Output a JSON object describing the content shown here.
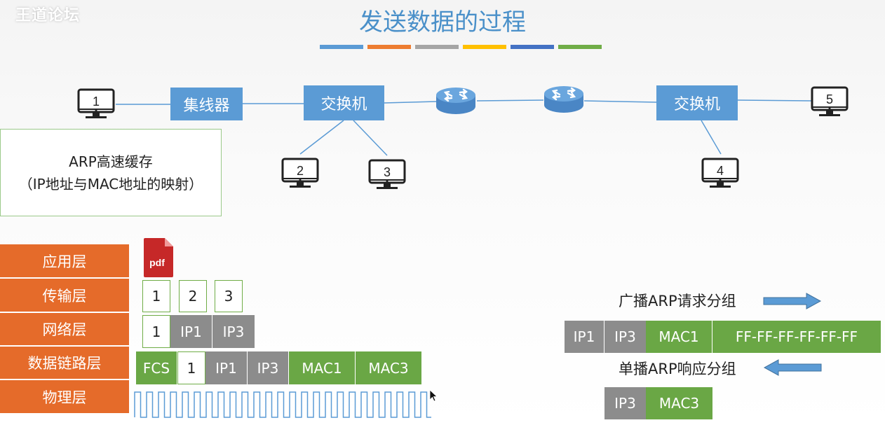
{
  "watermark": "王道论坛",
  "title": "发送数据的过程",
  "title_bar_colors": [
    "#5b9bd5",
    "#ed7d31",
    "#a5a5a5",
    "#ffc000",
    "#4472c4",
    "#70ad47"
  ],
  "network": {
    "hub": "集线器",
    "switch_left": "交换机",
    "switch_right": "交换机",
    "hosts": [
      "1",
      "2",
      "3",
      "4",
      "5"
    ]
  },
  "arp_cache": {
    "line1": "ARP高速缓存",
    "line2": "（IP地址与MAC地址的映射）"
  },
  "layers": [
    "应用层",
    "传输层",
    "网络层",
    "数据链路层",
    "物理层"
  ],
  "pdf_label": "pdf",
  "transport_segments": [
    "1",
    "2",
    "3"
  ],
  "network_packet": [
    "1",
    "IP1",
    "IP3"
  ],
  "data_link_frame": [
    "FCS",
    "1",
    "IP1",
    "IP3",
    "MAC1",
    "MAC3"
  ],
  "arp_request": {
    "label": "广播ARP请求分组",
    "fields": [
      "IP1",
      "IP3",
      "MAC1",
      "FF-FF-FF-FF-FF-FF"
    ]
  },
  "arp_reply": {
    "label": "单播ARP响应分组",
    "fields": [
      "IP3",
      "MAC3"
    ]
  }
}
